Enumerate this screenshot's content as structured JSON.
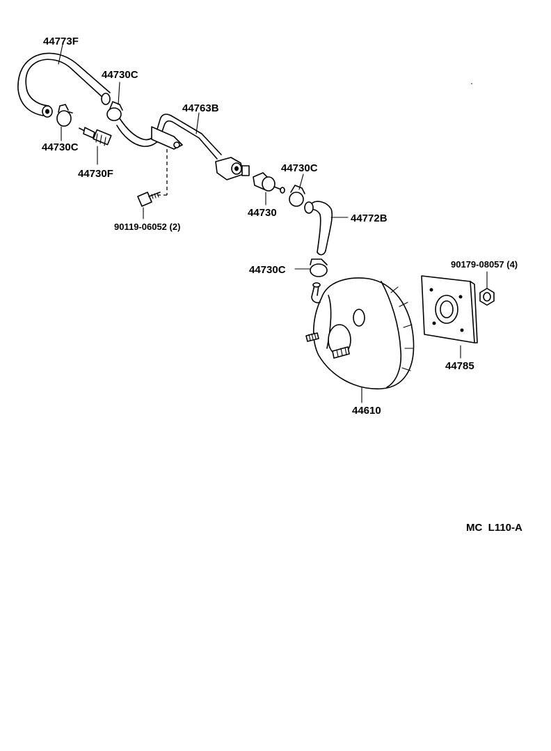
{
  "diagram": {
    "labels": {
      "hose_upper": "44773F",
      "clamp_upper": "44730C",
      "clamp_left": "44730C",
      "check_valve_left": "44730F",
      "pipe": "44763B",
      "clamp_mid": "44730C",
      "check_valve": "44730",
      "hose_lower": "44772B",
      "bolt": "90119-06052 (2)",
      "clamp_lower": "44730C",
      "nut": "90179-08057 (4)",
      "gasket": "44785",
      "booster": "44610",
      "code": "MC  L110-A"
    }
  }
}
